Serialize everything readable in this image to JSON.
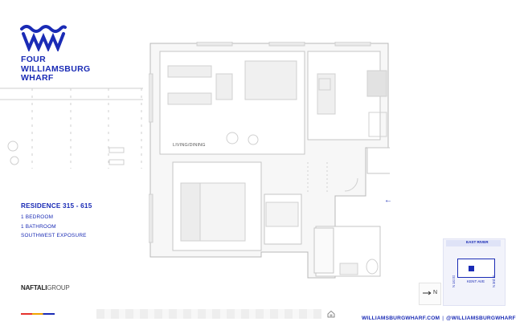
{
  "brand": {
    "name_lines": [
      "FOUR",
      "WILLIAMSBURG",
      "WHARF"
    ],
    "color": "#1a2bb5"
  },
  "residence": {
    "title": "RESIDENCE 315 - 615",
    "specs": [
      "1 BEDROOM",
      "1 BATHROOM",
      "SOUTHWEST EXPOSURE"
    ]
  },
  "floorplan": {
    "room_label": "LIVING/DINING"
  },
  "keyplan": {
    "river_label": "EAST RIVER",
    "street_label": "KENT AVE",
    "cross_street_west": "N 1st St",
    "cross_street_east": "N 3rd St"
  },
  "compass": {
    "label": "N"
  },
  "footer": {
    "website": "WILLIAMSBURGWHARF.COM",
    "separator": "|",
    "social": "@WILLIAMSBURGWHARF"
  },
  "developer": {
    "name_bold": "NAFTALI",
    "name_light": "GROUP"
  },
  "icons": {
    "logo": "wave-logo-icon",
    "equal_housing": "equal-housing-icon",
    "entry": "entry-arrow-icon"
  }
}
